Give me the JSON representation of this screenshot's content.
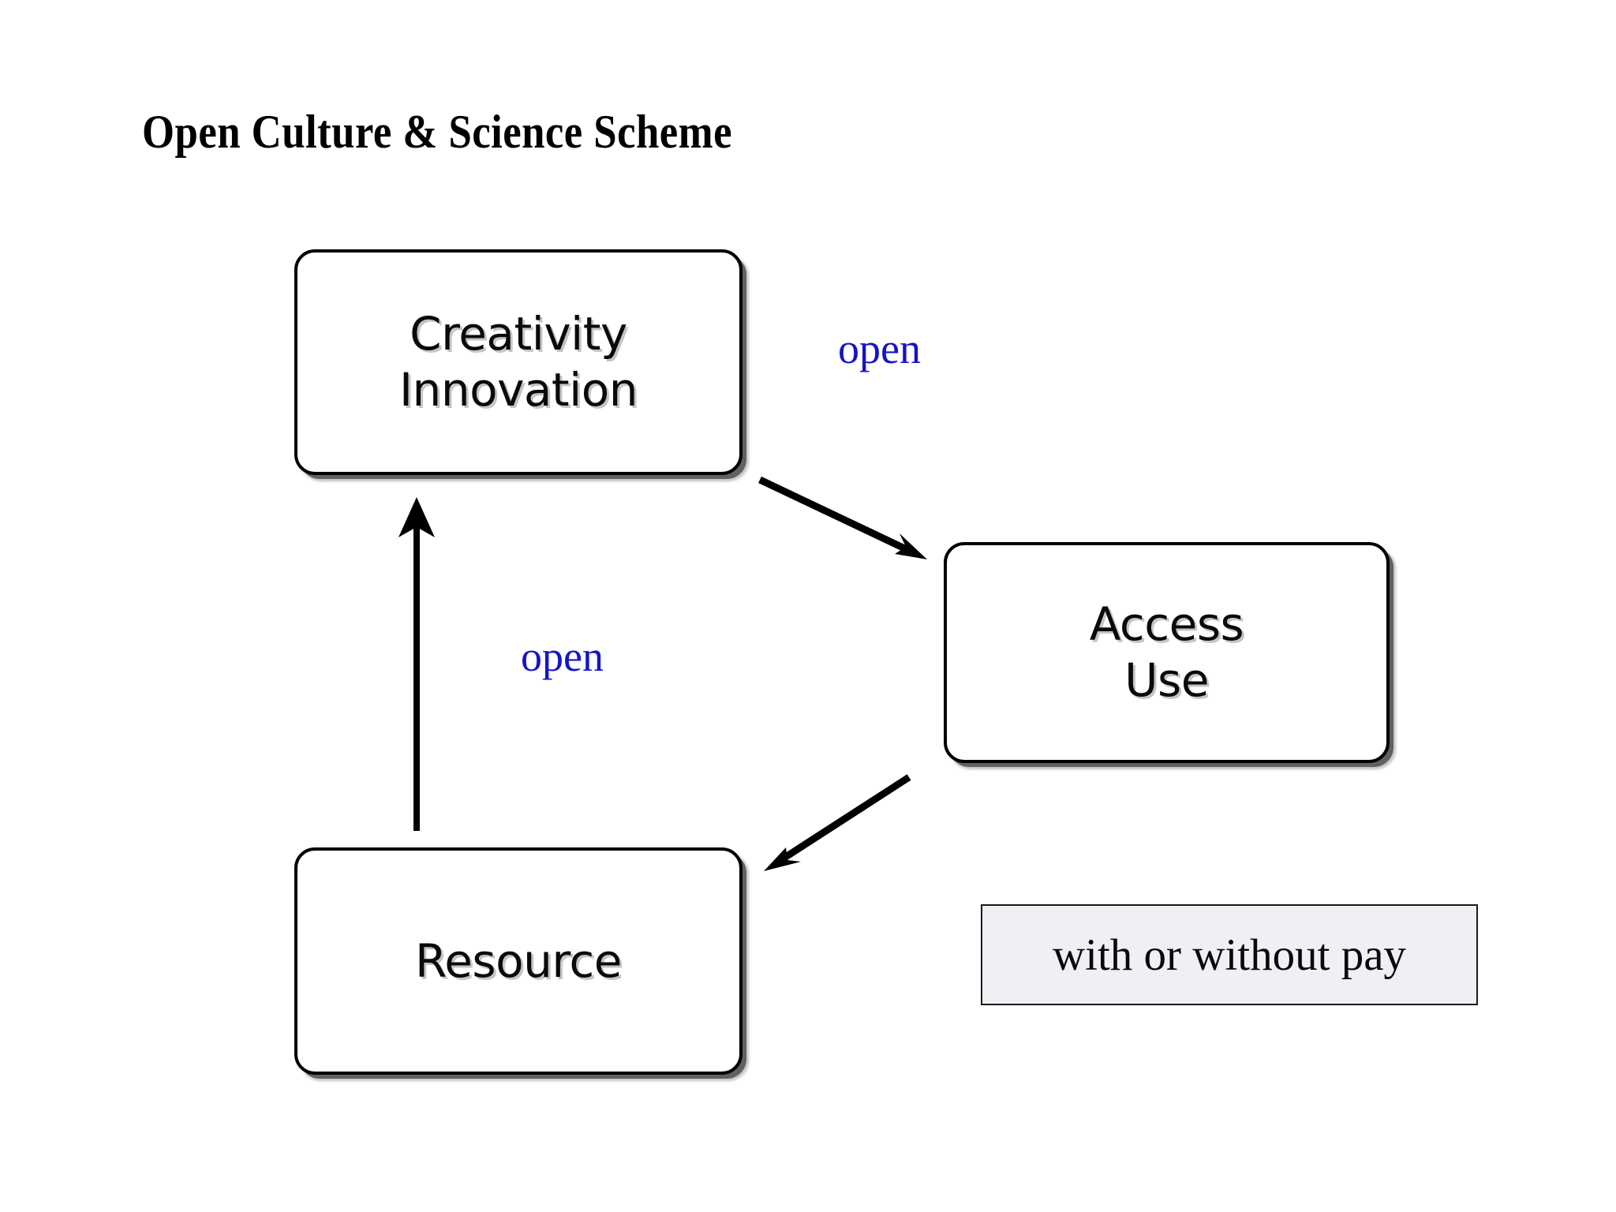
{
  "slide": {
    "title": "Open Culture & Science Scheme",
    "background_color": "#ffffff"
  },
  "colors": {
    "node_border": "#000000",
    "node_fill": "#ffffff",
    "text": "#0a0a0a",
    "edge_label": "#1414c8",
    "note_fill": "#f1eff3",
    "note_border": "#1a1a1a",
    "arrow": "#000000",
    "shadow": "#808080"
  },
  "nodes": [
    {
      "id": "creativity",
      "lines": [
        "Creativity",
        "Innovation"
      ],
      "line1": "Creativity",
      "line2": "Innovation"
    },
    {
      "id": "access",
      "lines": [
        "Access",
        "Use"
      ],
      "line1": "Access",
      "line2": "Use"
    },
    {
      "id": "resource",
      "lines": [
        "Resource"
      ],
      "line1": "Resource"
    }
  ],
  "edges": [
    {
      "id": "creativity-to-access",
      "from": "creativity",
      "to": "access",
      "label": "open",
      "direction": "down-right"
    },
    {
      "id": "access-to-resource",
      "from": "access",
      "to": "resource",
      "label": "",
      "direction": "down-left"
    },
    {
      "id": "resource-to-creativity",
      "from": "resource",
      "to": "creativity",
      "label": "open",
      "direction": "up"
    }
  ],
  "edge_labels": {
    "top": "open",
    "left": "open"
  },
  "note": {
    "text": "with or without pay"
  }
}
